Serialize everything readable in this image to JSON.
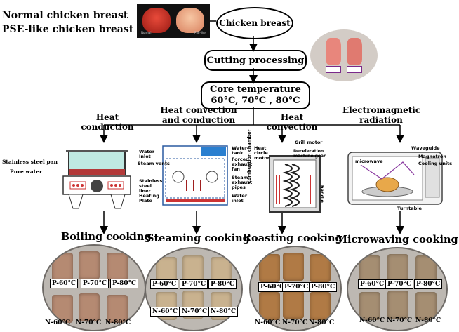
{
  "legend": {
    "normal": "Normal chicken breast",
    "pse": "PSE-like chicken breast",
    "photo_normal": "Normal",
    "photo_pse": "PSE-like"
  },
  "flow": {
    "start": "Chicken breast",
    "cutting": "Cutting processing",
    "core_title": "Core temperature",
    "core_values": "60°C, 70°C , 80°C"
  },
  "modes": [
    {
      "label": "Heat conduction"
    },
    {
      "label": "Heat convection and conduction"
    },
    {
      "label": "Heat convection"
    },
    {
      "label": "Electromagnetic radiation"
    }
  ],
  "apparatus": {
    "boiling": {
      "pan": "Stainless steel pan",
      "water": "Pure water"
    },
    "steaming": {
      "water_inlet": "Water Inlet",
      "steam_vents": "Steam vents",
      "liner": "Stainless steel liner",
      "heating_plate": "Heating Plate",
      "water_tank": "Water tank",
      "fan": "Forced exhaust fan",
      "exhaust": "Steam exhaust pipes",
      "water_inlet2": "Water inlet"
    },
    "roasting": {
      "heat_motor": "Heat circle motor",
      "grill_motor": "Grill motor",
      "gear": "Deceleration machine gear",
      "chamber": "Combustion chamber",
      "handle": "handle"
    },
    "microwave": {
      "microwave": "microwave",
      "waveguide": "Waveguide",
      "magnetron": "Magnetron",
      "cooling": "Cooling units",
      "turntable": "Turntable"
    }
  },
  "methods": [
    {
      "label": "Boiling cooking"
    },
    {
      "label": "Steaming cooking"
    },
    {
      "label": "Roasting cooking"
    },
    {
      "label": "Microwaving cooking"
    }
  ],
  "sample_labels": {
    "p": [
      "P-60°C",
      "P-70°C",
      "P-80°C"
    ],
    "n": [
      "N-60°C",
      "N-70°C",
      "N-80°C"
    ]
  },
  "colors": {
    "boil_meat": "#b58a72",
    "steam_meat": "#c9b28f",
    "roast_meat": "#b07a45",
    "micro_meat": "#a58e72"
  }
}
